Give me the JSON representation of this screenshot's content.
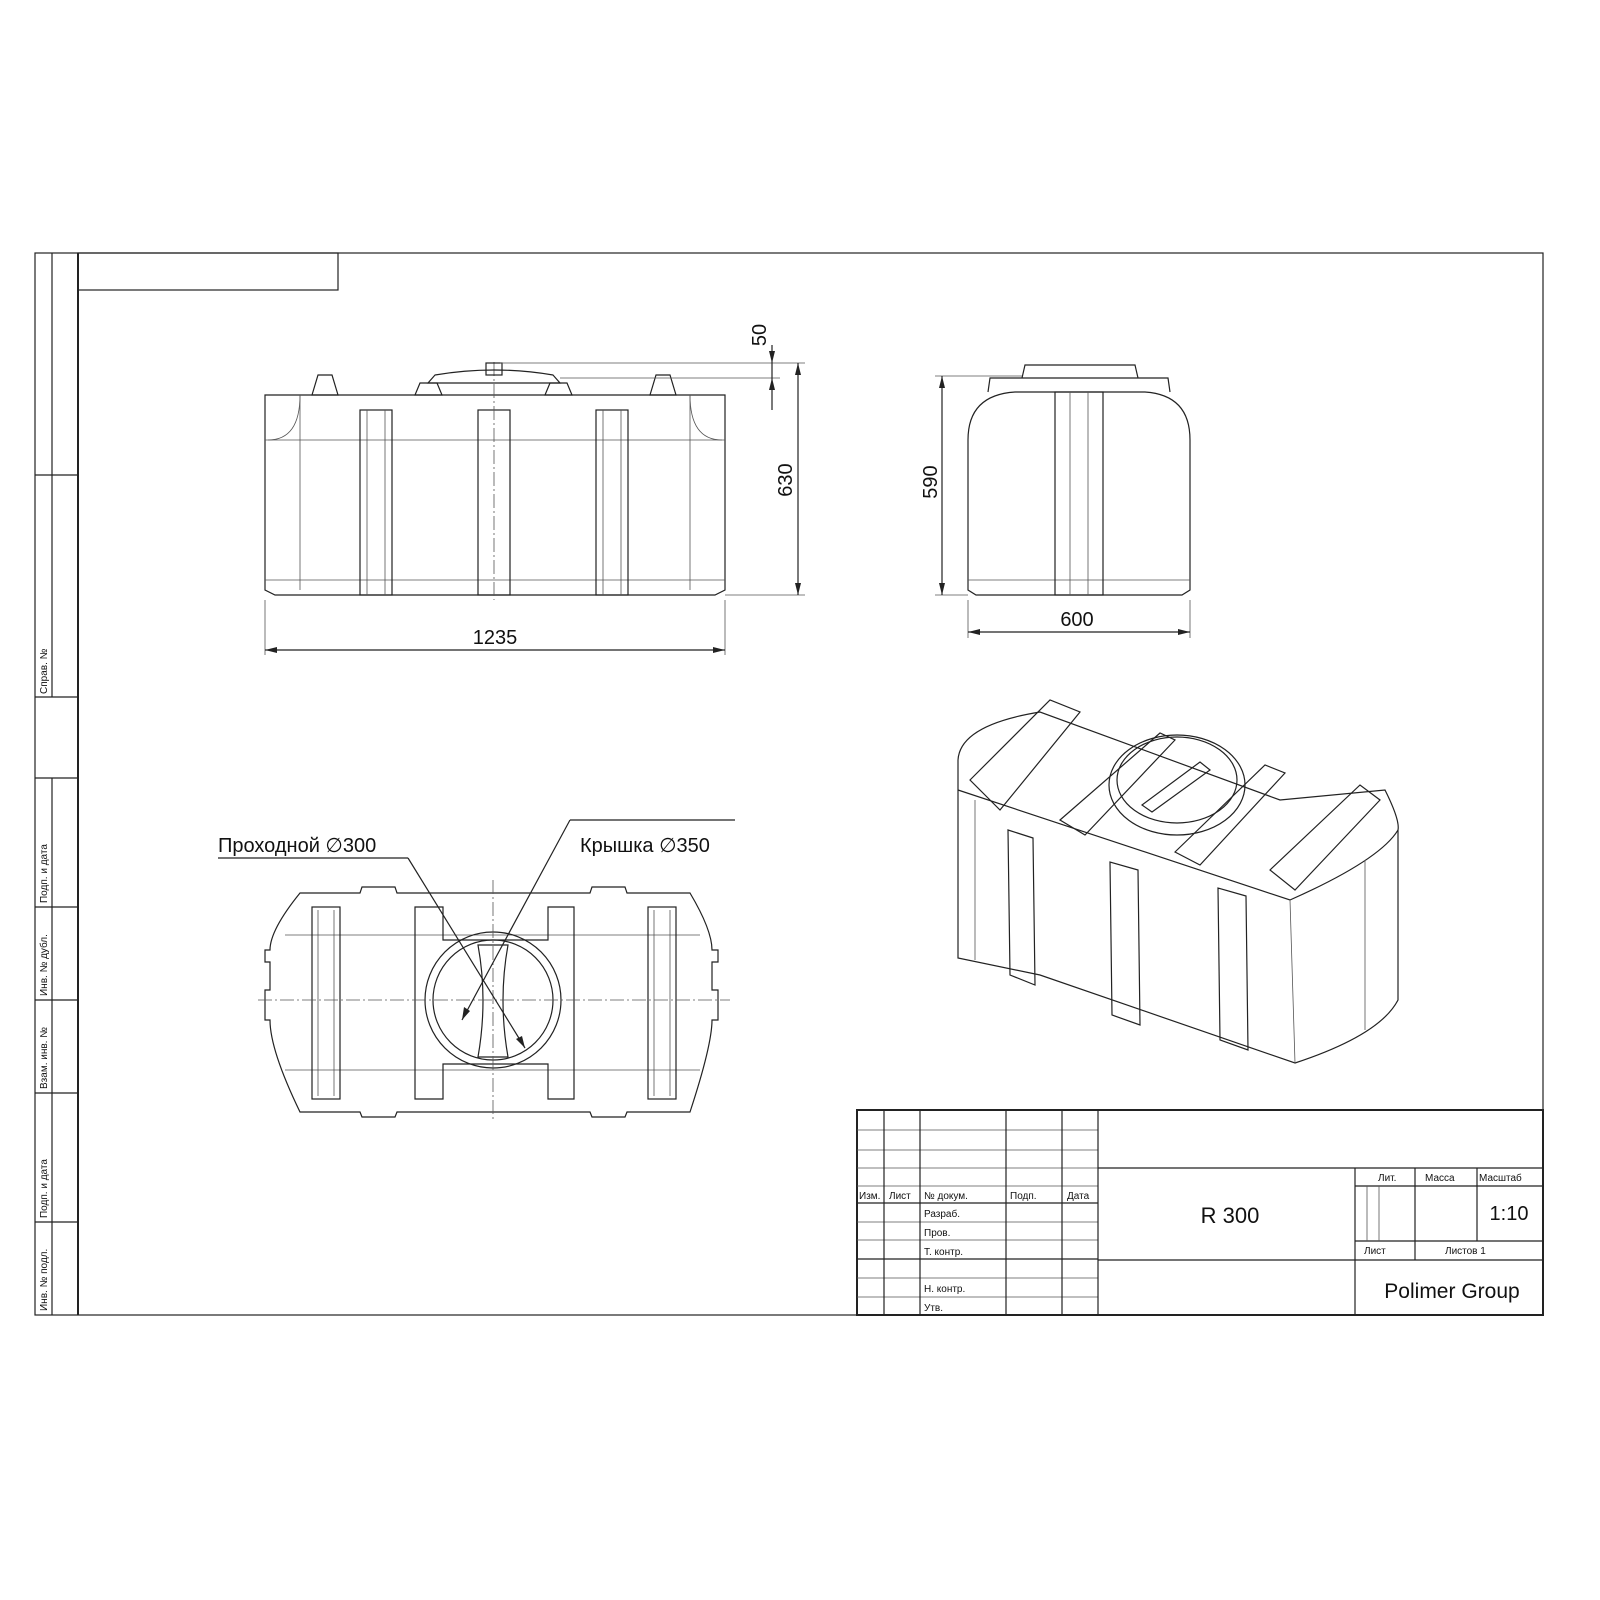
{
  "drawing": {
    "dimensions": {
      "lid_height": "50",
      "total_height": "630",
      "length": "1235",
      "side_height": "590",
      "width": "600"
    },
    "callouts": {
      "manhole": "Проходной ∅300",
      "lid": "Крышка ∅350"
    }
  },
  "side_strip": {
    "sprav": "Справ. №",
    "podp_data_1": "Подп. и дата",
    "inv_dubl": "Инв. № дубл.",
    "vzam_inv": "Взам. инв. №",
    "podp_data_2": "Подп. и дата",
    "inv_podl": "Инв. № подл."
  },
  "title_block": {
    "headers": [
      "Изм.",
      "Лист",
      "№ докум.",
      "Подп.",
      "Дата"
    ],
    "roles": [
      "Разраб.",
      "Пров.",
      "Т. контр.",
      "Н. контр.",
      "Утв."
    ],
    "designation": "R 300",
    "lit_label": "Лит.",
    "mass_label": "Масса",
    "scale_label": "Масштаб",
    "scale_value": "1:10",
    "sheet_label": "Лист",
    "sheets_label": "Листов 1",
    "organization": "Polimer Group"
  }
}
